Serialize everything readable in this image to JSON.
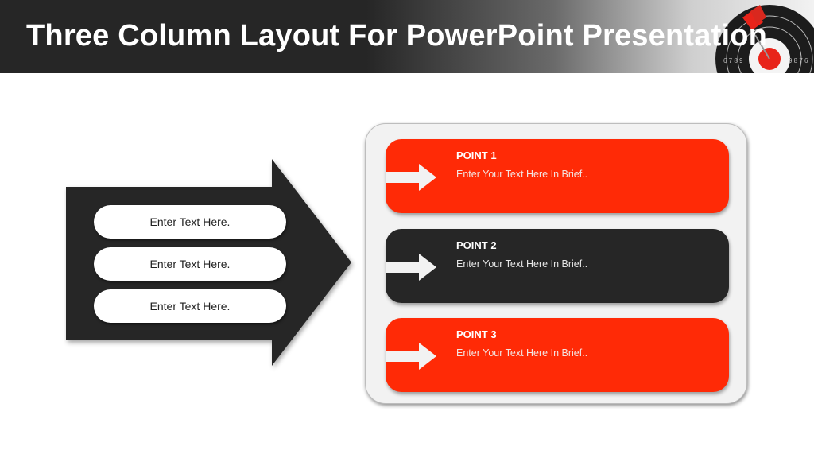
{
  "header": {
    "title": "Three Column Layout For PowerPoint Presentation",
    "decoration": "dartboard-target-image"
  },
  "left_arrow": {
    "color": "#262626",
    "items": [
      {
        "label": "Enter Text Here."
      },
      {
        "label": "Enter Text Here."
      },
      {
        "label": "Enter Text Here."
      }
    ]
  },
  "points_panel": {
    "background": "#f2f2f2",
    "points": [
      {
        "title": "POINT 1",
        "text": "Enter Your Text Here In Brief..",
        "color": "#ff2a06"
      },
      {
        "title": "POINT 2",
        "text": "Enter Your Text Here In Brief..",
        "color": "#262626"
      },
      {
        "title": "POINT 3",
        "text": "Enter Your Text Here In Brief..",
        "color": "#ff2a06"
      }
    ]
  }
}
